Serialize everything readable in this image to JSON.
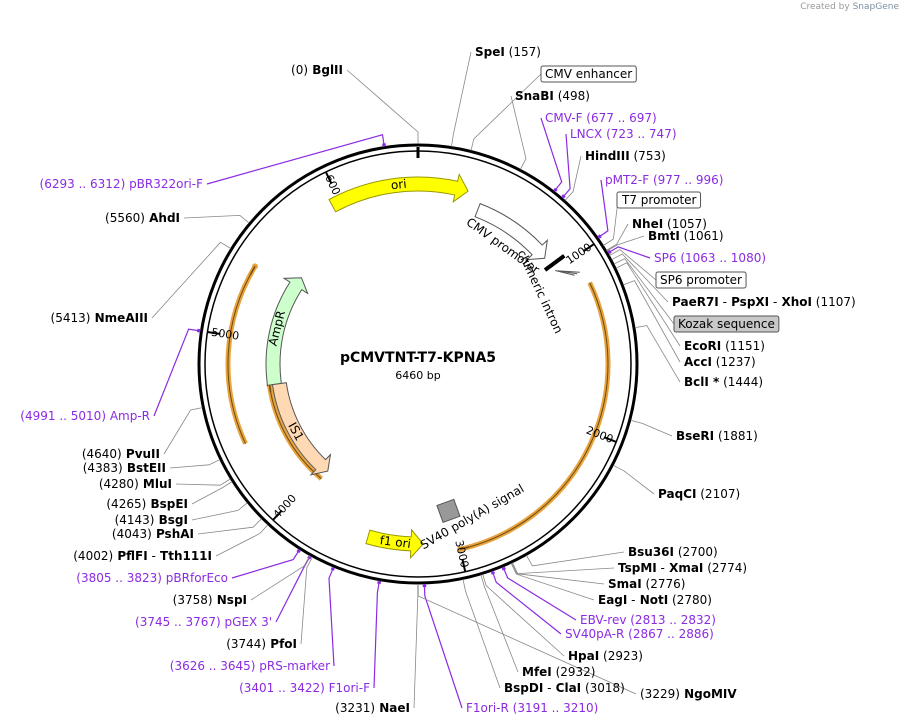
{
  "branding": {
    "created_by": "Created by",
    "app": "SnapGene"
  },
  "plasmid": {
    "name": "pCMVTNT-T7-KPNA5",
    "size": "6460 bp",
    "length": 6460
  },
  "colors": {
    "ori": "#ffff00",
    "amp": "#ccffcc",
    "is1": "#ffd9b3",
    "orf": "#e8a33c",
    "primer": "#8a2be2",
    "black": "#000000"
  },
  "ticks": [
    {
      "pos": 1000,
      "label": "1000"
    },
    {
      "pos": 2000,
      "label": "2000"
    },
    {
      "pos": 3000,
      "label": "3000"
    },
    {
      "pos": 4000,
      "label": "4000"
    },
    {
      "pos": 5000,
      "label": "5000"
    },
    {
      "pos": 6000,
      "label": "6000"
    }
  ],
  "features": [
    {
      "name": "ori",
      "start": 5950,
      "end": 290,
      "dir": "cw",
      "type": "ori",
      "label": "ori"
    },
    {
      "name": "CMV promoter",
      "start": 380,
      "end": 900,
      "dir": "cw",
      "type": "promoter",
      "label": "CMV promoter"
    },
    {
      "name": "chimeric intron",
      "start": 960,
      "end": 1085,
      "dir": "cw",
      "type": "intron",
      "label": "chimeric intron"
    },
    {
      "name": "AmpR",
      "start": 4700,
      "end": 5500,
      "dir": "cw",
      "type": "amp",
      "label": "AmpR"
    },
    {
      "name": "IS1",
      "start": 3950,
      "end": 4700,
      "dir": "ccw",
      "type": "is1",
      "label": "IS1"
    },
    {
      "name": "f1 ori",
      "start": 3200,
      "end": 3520,
      "dir": "ccw",
      "type": "ori",
      "label": "f1 ori"
    },
    {
      "name": "SV40 poly(A) signal",
      "start": 2960,
      "end": 3080,
      "dir": "none",
      "type": "polya",
      "label": "SV40 poly(A) signal"
    }
  ],
  "orfs": [
    {
      "start": 1160,
      "end": 3000,
      "dir": "cw"
    },
    {
      "start": 4400,
      "end": 5400,
      "dir": "cw"
    },
    {
      "start": 3950,
      "end": 4700,
      "dir": "cw"
    }
  ],
  "labels": [
    {
      "kind": "site",
      "parts": [
        "(0)",
        "BglII"
      ],
      "pos": 0
    },
    {
      "kind": "site",
      "parts": [
        "SpeI",
        "(157)"
      ],
      "pos": 157
    },
    {
      "kind": "box",
      "parts": [
        "CMV enhancer"
      ],
      "pos": 250
    },
    {
      "kind": "site",
      "parts": [
        "SnaBI",
        "(498)"
      ],
      "pos": 498
    },
    {
      "kind": "primer",
      "parts": [
        "CMV-F",
        "(677 .. 697)"
      ],
      "pos": 687
    },
    {
      "kind": "primer",
      "parts": [
        "LNCX",
        "(723 .. 747)"
      ],
      "pos": 735
    },
    {
      "kind": "site",
      "parts": [
        "HindIII",
        "(753)"
      ],
      "pos": 753
    },
    {
      "kind": "primer",
      "parts": [
        "pMT2-F",
        "(977 .. 996)"
      ],
      "pos": 986
    },
    {
      "kind": "box",
      "parts": [
        "T7 promoter"
      ],
      "pos": 1030
    },
    {
      "kind": "site",
      "parts": [
        "NheI",
        "(1057)"
      ],
      "pos": 1057
    },
    {
      "kind": "site",
      "parts": [
        "BmtI",
        "(1061)"
      ],
      "pos": 1061
    },
    {
      "kind": "primer",
      "parts": [
        "SP6",
        "(1063 .. 1080)"
      ],
      "pos": 1071
    },
    {
      "kind": "box",
      "parts": [
        "SP6 promoter"
      ],
      "pos": 1085
    },
    {
      "kind": "site",
      "parts": [
        "PaeR7I",
        "-",
        "PspXI",
        "-",
        "XhoI",
        "(1107)"
      ],
      "pos": 1107
    },
    {
      "kind": "boxgray",
      "parts": [
        "Kozak sequence"
      ],
      "pos": 1130
    },
    {
      "kind": "site",
      "parts": [
        "EcoRI",
        "(1151)"
      ],
      "pos": 1151
    },
    {
      "kind": "site",
      "parts": [
        "AccI",
        "(1237)"
      ],
      "pos": 1237
    },
    {
      "kind": "site",
      "parts": [
        "BclI *",
        "(1444)"
      ],
      "pos": 1444
    },
    {
      "kind": "site",
      "parts": [
        "BseRI",
        "(1881)"
      ],
      "pos": 1881
    },
    {
      "kind": "site",
      "parts": [
        "PaqCI",
        "(2107)"
      ],
      "pos": 2107
    },
    {
      "kind": "site",
      "parts": [
        "Bsu36I",
        "(2700)"
      ],
      "pos": 2700
    },
    {
      "kind": "site",
      "parts": [
        "TspMI",
        "-",
        "XmaI",
        "(2774)"
      ],
      "pos": 2774
    },
    {
      "kind": "site",
      "parts": [
        "SmaI",
        "(2776)"
      ],
      "pos": 2776
    },
    {
      "kind": "site",
      "parts": [
        "EagI",
        "-",
        "NotI",
        "(2780)"
      ],
      "pos": 2780
    },
    {
      "kind": "primer",
      "parts": [
        "EBV-rev",
        "(2813 .. 2832)"
      ],
      "pos": 2822
    },
    {
      "kind": "primer",
      "parts": [
        "SV40pA-R",
        "(2867 .. 2886)"
      ],
      "pos": 2876
    },
    {
      "kind": "site",
      "parts": [
        "HpaI",
        "(2923)"
      ],
      "pos": 2923
    },
    {
      "kind": "site",
      "parts": [
        "MfeI",
        "(2932)"
      ],
      "pos": 2932
    },
    {
      "kind": "site",
      "parts": [
        "BspDI",
        "-",
        "ClaI",
        "(3018)"
      ],
      "pos": 3018
    },
    {
      "kind": "primer",
      "parts": [
        "F1ori-R",
        "(3191 .. 3210)"
      ],
      "pos": 3200
    },
    {
      "kind": "site",
      "parts": [
        "(3229)",
        "NgoMIV"
      ],
      "pos": 3229
    },
    {
      "kind": "site",
      "parts": [
        "(3231)",
        "NaeI"
      ],
      "pos": 3231
    },
    {
      "kind": "primer",
      "parts": [
        "(3401 .. 3422)",
        "F1ori-F"
      ],
      "pos": 3411
    },
    {
      "kind": "primer",
      "parts": [
        "(3626 .. 3645)",
        "pRS-marker"
      ],
      "pos": 3635
    },
    {
      "kind": "site",
      "parts": [
        "(3744)",
        "PfoI"
      ],
      "pos": 3744
    },
    {
      "kind": "primer",
      "parts": [
        "(3745 .. 3767)",
        "pGEX 3'"
      ],
      "pos": 3756
    },
    {
      "kind": "site",
      "parts": [
        "(3758)",
        "NspI"
      ],
      "pos": 3758
    },
    {
      "kind": "primer",
      "parts": [
        "(3805 .. 3823)",
        "pBRforEco"
      ],
      "pos": 3814
    },
    {
      "kind": "site",
      "parts": [
        "(4002)",
        "PflFI",
        "-",
        "Tth111I"
      ],
      "pos": 4002
    },
    {
      "kind": "site",
      "parts": [
        "(4043)",
        "PshAI"
      ],
      "pos": 4043
    },
    {
      "kind": "site",
      "parts": [
        "(4143)",
        "BsgI"
      ],
      "pos": 4143
    },
    {
      "kind": "site",
      "parts": [
        "(4265)",
        "BspEI"
      ],
      "pos": 4265
    },
    {
      "kind": "site",
      "parts": [
        "(4280)",
        "MluI"
      ],
      "pos": 4280
    },
    {
      "kind": "site",
      "parts": [
        "(4383)",
        "BstEII"
      ],
      "pos": 4383
    },
    {
      "kind": "site",
      "parts": [
        "(4640)",
        "PvuII"
      ],
      "pos": 4640
    },
    {
      "kind": "primer",
      "parts": [
        "(4991 .. 5010)",
        "Amp-R"
      ],
      "pos": 5000
    },
    {
      "kind": "site",
      "parts": [
        "(5413)",
        "NmeAIII"
      ],
      "pos": 5413
    },
    {
      "kind": "site",
      "parts": [
        "(5560)",
        "AhdI"
      ],
      "pos": 5560
    },
    {
      "kind": "primer",
      "parts": [
        "(6293 .. 6312)",
        "pBR322ori-F"
      ],
      "pos": 6302
    }
  ]
}
